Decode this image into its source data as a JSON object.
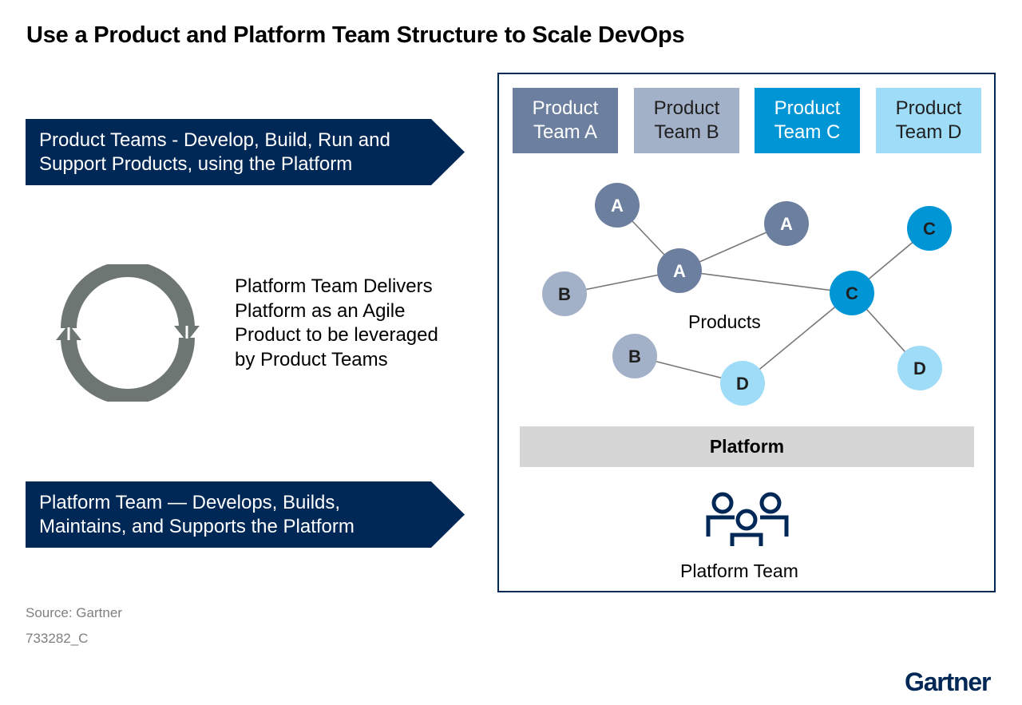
{
  "title": "Use a Product and Platform Team Structure to Scale DevOps",
  "banners": {
    "product": "Product Teams - Develop, Build, Run and Support Products, using the Platform",
    "platform": "Platform Team — Develops, Builds, Maintains, and Supports the Platform"
  },
  "cycle_text": "Platform Team Delivers Platform as an Agile Product to be leveraged by Product Teams",
  "teams": [
    {
      "label": "Product Team A",
      "color": "#6c7f9f",
      "text_color": "#ffffff"
    },
    {
      "label": "Product Team B",
      "color": "#a3b1c8",
      "text_color": "#1f1f1f"
    },
    {
      "label": "Product Team C",
      "color": "#0096d6",
      "text_color": "#ffffff"
    },
    {
      "label": "Product Team D",
      "color": "#9edcf7",
      "text_color": "#1f1f1f"
    }
  ],
  "products_label": "Products",
  "nodes": [
    {
      "id": "a-top",
      "letter": "A"
    },
    {
      "id": "a-right",
      "letter": "A"
    },
    {
      "id": "a-center",
      "letter": "A"
    },
    {
      "id": "b-left",
      "letter": "B"
    },
    {
      "id": "b-bottom",
      "letter": "B"
    },
    {
      "id": "c-hub",
      "letter": "C"
    },
    {
      "id": "c-top",
      "letter": "C"
    },
    {
      "id": "d-bottom",
      "letter": "D"
    },
    {
      "id": "d-right",
      "letter": "D"
    }
  ],
  "platform_label": "Platform",
  "platform_team_label": "Platform Team",
  "source": "Source: Gartner",
  "doc_id": "733282_C",
  "logo": "Gartner",
  "colors": {
    "navy": "#002856",
    "cycle_gray": "#6e7673",
    "edge_gray": "#777777"
  }
}
